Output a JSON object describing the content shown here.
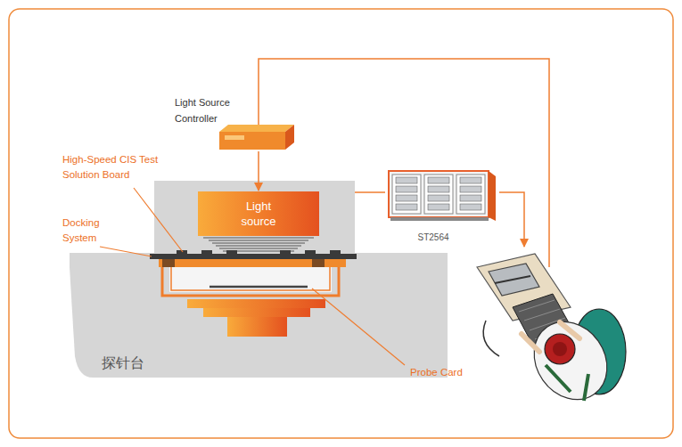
{
  "diagram": {
    "nodes": [
      {
        "text": [
          "Light Source Controller"
        ]
      },
      {
        "text": [
          "Light source"
        ]
      },
      {
        "text": [
          "ST2564"
        ]
      },
      {
        "text": [
          "探针台"
        ]
      }
    ],
    "edges": [
      {
        "from": 0,
        "to": 1,
        "arrow": "to"
      }
    ],
    "labels": [
      "High-Speed CIS Test Solution Board",
      "Docking System",
      "Probe Card"
    ]
  }
}
